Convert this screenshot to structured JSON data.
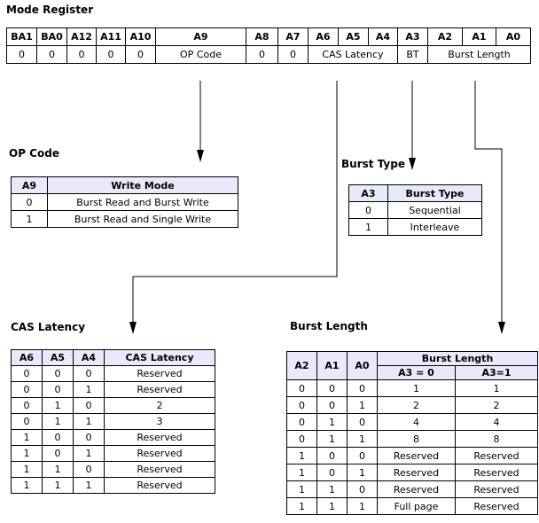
{
  "page": {
    "title": "Mode Register"
  },
  "colors": {
    "header_bg": "#E9E9FB",
    "border": "#000000",
    "text": "#000000",
    "background": "#FFFFFF"
  },
  "mode_register": {
    "bit_labels": [
      "BA1",
      "BA0",
      "A12",
      "A11",
      "A10",
      "A9",
      "A8",
      "A7",
      "A6",
      "A5",
      "A4",
      "A3",
      "A2",
      "A1",
      "A0"
    ],
    "field_values": [
      "0",
      "0",
      "0",
      "0",
      "0",
      "OP Code",
      "0",
      "0",
      "CAS Latency",
      "BT",
      "Burst Length"
    ]
  },
  "op_code": {
    "heading": "OP Code",
    "col_headers": [
      "A9",
      "Write Mode"
    ],
    "rows": [
      [
        "0",
        "Burst Read and Burst Write"
      ],
      [
        "1",
        "Burst Read and Single Write"
      ]
    ]
  },
  "burst_type": {
    "heading": "Burst Type",
    "col_headers": [
      "A3",
      "Burst Type"
    ],
    "rows": [
      [
        "0",
        "Sequential"
      ],
      [
        "1",
        "Interleave"
      ]
    ]
  },
  "cas_latency": {
    "heading": "CAS Latency",
    "col_headers": [
      "A6",
      "A5",
      "A4",
      "CAS Latency"
    ],
    "rows": [
      [
        "0",
        "0",
        "0",
        "Reserved"
      ],
      [
        "0",
        "0",
        "1",
        "Reserved"
      ],
      [
        "0",
        "1",
        "0",
        "2"
      ],
      [
        "0",
        "1",
        "1",
        "3"
      ],
      [
        "1",
        "0",
        "0",
        "Reserved"
      ],
      [
        "1",
        "0",
        "1",
        "Reserved"
      ],
      [
        "1",
        "1",
        "0",
        "Reserved"
      ],
      [
        "1",
        "1",
        "1",
        "Reserved"
      ]
    ]
  },
  "burst_length": {
    "heading": "Burst Length",
    "bit_headers": [
      "A2",
      "A1",
      "A0"
    ],
    "group_header": "Burst Length",
    "sub_headers": [
      "A3 = 0",
      "A3=1"
    ],
    "rows": [
      [
        "0",
        "0",
        "0",
        "1",
        "1"
      ],
      [
        "0",
        "0",
        "1",
        "2",
        "2"
      ],
      [
        "0",
        "1",
        "0",
        "4",
        "4"
      ],
      [
        "0",
        "1",
        "1",
        "8",
        "8"
      ],
      [
        "1",
        "0",
        "0",
        "Reserved",
        "Reserved"
      ],
      [
        "1",
        "0",
        "1",
        "Reserved",
        "Reserved"
      ],
      [
        "1",
        "1",
        "0",
        "Reserved",
        "Reserved"
      ],
      [
        "1",
        "1",
        "1",
        "Full page",
        "Reserved"
      ]
    ]
  }
}
